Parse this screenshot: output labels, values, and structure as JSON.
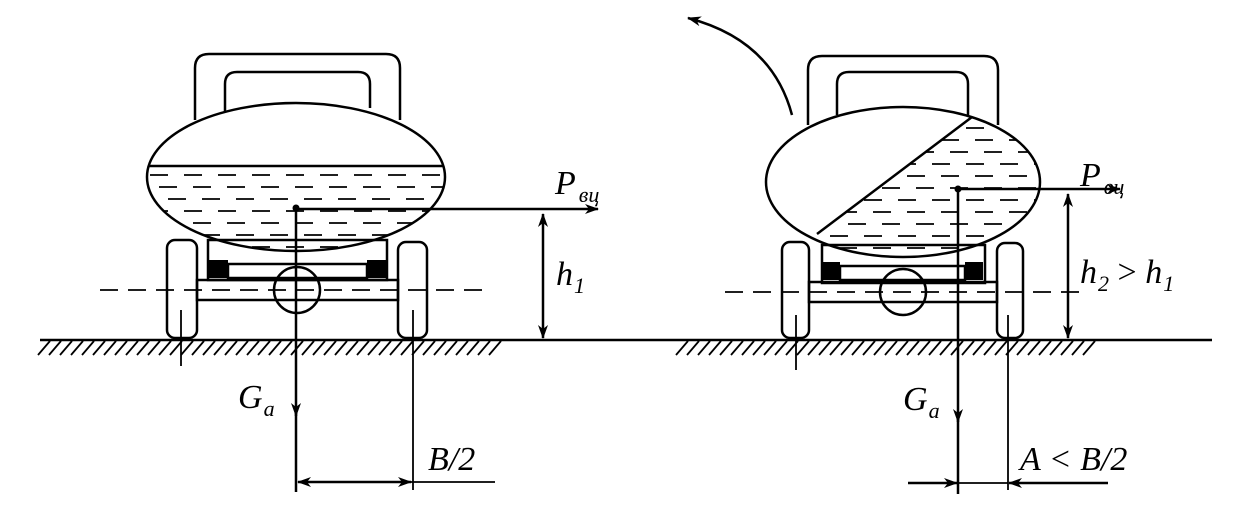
{
  "left_diagram": {
    "force_label": "P",
    "force_sub": "вц",
    "weight_label": "G",
    "weight_sub": "a",
    "height_label": "h",
    "height_sub": "1",
    "track_label": "B/2"
  },
  "right_diagram": {
    "force_label": "P",
    "force_sub": "вц",
    "weight_label": "G",
    "weight_sub": "a",
    "height_label_h2": "h",
    "height_sub_2": "2",
    "height_compare": " > ",
    "height_label_h1": "h",
    "height_sub_1": "1",
    "track_label": "A < B/2"
  },
  "colors": {
    "ink": "#000000",
    "background": "#ffffff"
  }
}
